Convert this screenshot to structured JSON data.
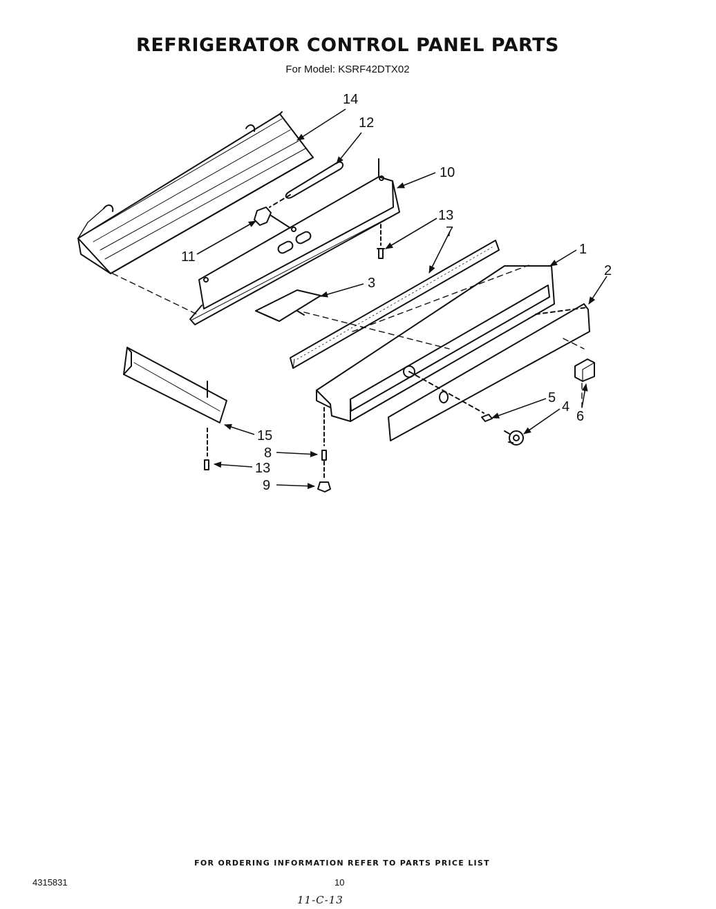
{
  "header": {
    "title": "REFRIGERATOR CONTROL PANEL PARTS",
    "subtitle": "For Model: KSRF42DTX02"
  },
  "callouts": {
    "c14": "14",
    "c12": "12",
    "c10": "10",
    "c13a": "13",
    "c7": "7",
    "c11": "11",
    "c1": "1",
    "c2": "2",
    "c3": "3",
    "c5": "5",
    "c4": "4",
    "c6": "6",
    "c15": "15",
    "c8": "8",
    "c13b": "13",
    "c9": "9"
  },
  "footer": {
    "ordering_note": "FOR ORDERING INFORMATION REFER TO PARTS PRICE LIST",
    "doc_number": "4315831",
    "page_number": "10",
    "handwritten_note": "11-C-13"
  },
  "colors": {
    "ink": "#111111",
    "paper": "#ffffff"
  }
}
